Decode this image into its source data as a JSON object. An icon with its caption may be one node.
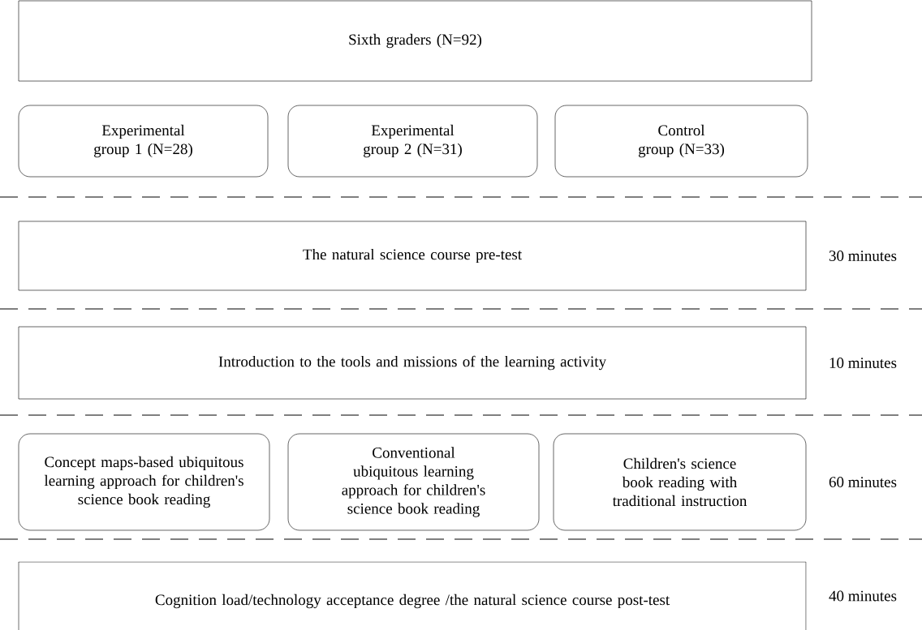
{
  "diagram": {
    "nodes": [
      {
        "text": [
          "Sixth graders (N=92)"
        ]
      },
      {
        "text": [
          "Experimental group 1 (N=28)"
        ]
      },
      {
        "text": [
          "Experimental group 2 (N=31)"
        ]
      },
      {
        "text": [
          "Control group (N=33)"
        ]
      },
      {
        "text": [
          "The natural science course pre-test"
        ],
        "beside": [
          "30 minutes"
        ]
      },
      {
        "text": [
          "Introduction to the tools and missions of the learning activity"
        ],
        "beside": [
          "10 minutes"
        ]
      },
      {
        "text": [
          "Concept maps-based ubiquitous learning approach for children's science book reading"
        ]
      },
      {
        "text": [
          "Conventional ubiquitous learning approach for children's science book reading"
        ]
      },
      {
        "text": [
          "Children's science book reading with traditional instruction"
        ],
        "beside": [
          "60 minutes"
        ]
      },
      {
        "text": [
          "Cognition load/technology acceptance degree /the natural science course post-test"
        ],
        "beside": [
          "40 minutes"
        ]
      }
    ]
  }
}
